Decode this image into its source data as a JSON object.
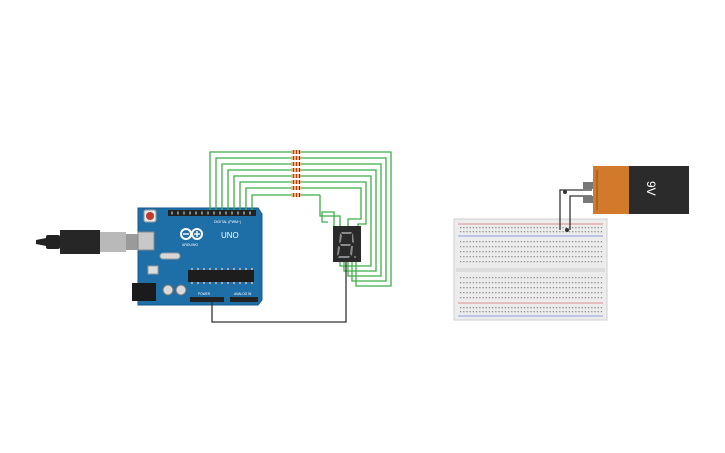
{
  "canvas": {
    "arduino": {
      "brand_text": "UNO",
      "brand_sub": "ARDUINO",
      "digital_label": "DIGITAL (PWM~)",
      "power_label": "POWER",
      "analog_label": "ANALOG IN",
      "board_color": "#1e6ea8"
    },
    "seven_segment": {
      "digit": "8",
      "segment_color": "#8a8a8a"
    },
    "battery": {
      "label": "9V",
      "body_color": "#d17a2c"
    },
    "colors": {
      "wire_green": "#3fae49",
      "wire_dark": "#333333",
      "wire_red": "#cc3333",
      "resistor_body": "#e2b37a"
    }
  }
}
